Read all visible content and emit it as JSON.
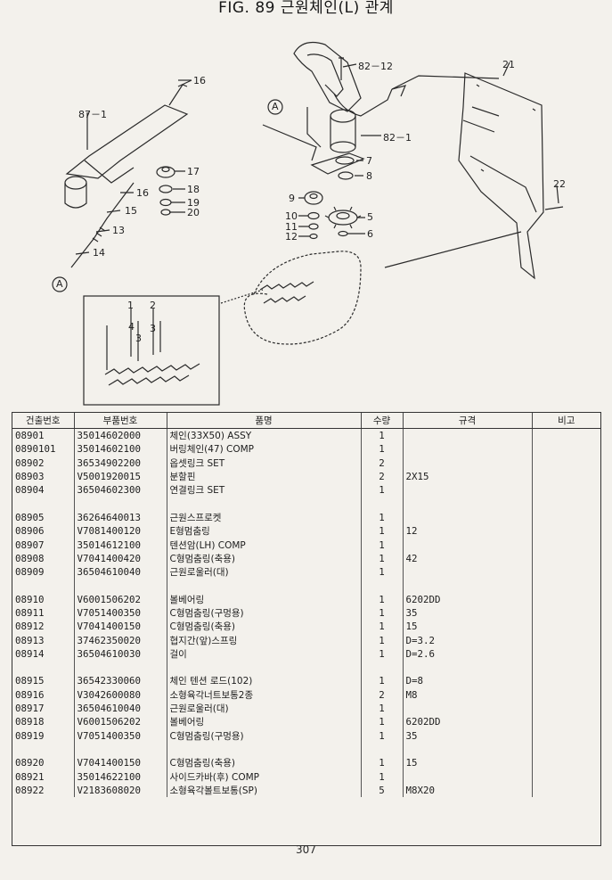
{
  "header": {
    "title": "FIG. 89 근원체인(L) 관계"
  },
  "figure": {
    "callouts": [
      {
        "id": "c16a",
        "text": "16"
      },
      {
        "id": "c87",
        "text": "87－1"
      },
      {
        "id": "c17",
        "text": "17"
      },
      {
        "id": "c16b",
        "text": "16"
      },
      {
        "id": "c18",
        "text": "18"
      },
      {
        "id": "c19",
        "text": "19"
      },
      {
        "id": "c20",
        "text": "20"
      },
      {
        "id": "c15",
        "text": "15"
      },
      {
        "id": "c13",
        "text": "13"
      },
      {
        "id": "c14",
        "text": "14"
      },
      {
        "id": "cA1",
        "text": "A"
      },
      {
        "id": "cA2",
        "text": "A"
      },
      {
        "id": "c8212",
        "text": "82－12"
      },
      {
        "id": "c821",
        "text": "82－1"
      },
      {
        "id": "c7",
        "text": "7"
      },
      {
        "id": "c8",
        "text": "8"
      },
      {
        "id": "c9",
        "text": "9"
      },
      {
        "id": "c10",
        "text": "10"
      },
      {
        "id": "c11",
        "text": "11"
      },
      {
        "id": "c12",
        "text": "12"
      },
      {
        "id": "c5",
        "text": "5"
      },
      {
        "id": "c6",
        "text": "6"
      },
      {
        "id": "c21",
        "text": "21"
      },
      {
        "id": "c22",
        "text": "22"
      },
      {
        "id": "ci1",
        "text": "1"
      },
      {
        "id": "ci2",
        "text": "2"
      },
      {
        "id": "ci4",
        "text": "4"
      },
      {
        "id": "ci3a",
        "text": "3"
      },
      {
        "id": "ci3b",
        "text": "3"
      }
    ]
  },
  "table": {
    "headers": [
      "건출번호",
      "부품번호",
      "품명",
      "수량",
      "규격",
      "비고"
    ],
    "rows": [
      {
        "no": "08901",
        "part": "35014602000",
        "name": "체인(33X50) ASSY",
        "qty": "1",
        "spec": "",
        "note": ""
      },
      {
        "no": "0890101",
        "part": "35014602100",
        "name": "버링체인(47) COMP",
        "qty": "1",
        "spec": "",
        "note": ""
      },
      {
        "no": "08902",
        "part": "36534902200",
        "name": "옵셋링크 SET",
        "qty": "2",
        "spec": "",
        "note": ""
      },
      {
        "no": "08903",
        "part": "V5001920015",
        "name": "분할핀",
        "qty": "2",
        "spec": "2X15",
        "note": ""
      },
      {
        "no": "08904",
        "part": "36504602300",
        "name": "연결링크 SET",
        "qty": "1",
        "spec": "",
        "note": ""
      },
      {
        "gap": true
      },
      {
        "no": "08905",
        "part": "36264640013",
        "name": "근원스프로켓",
        "qty": "1",
        "spec": "",
        "note": ""
      },
      {
        "no": "08906",
        "part": "V7081400120",
        "name": "E형멈춤링",
        "qty": "1",
        "spec": "12",
        "note": ""
      },
      {
        "no": "08907",
        "part": "35014612100",
        "name": "텐션암(LH) COMP",
        "qty": "1",
        "spec": "",
        "note": ""
      },
      {
        "no": "08908",
        "part": "V7041400420",
        "name": "C형멈춤링(축용)",
        "qty": "1",
        "spec": "42",
        "note": ""
      },
      {
        "no": "08909",
        "part": "36504610040",
        "name": "근원로울러(대)",
        "qty": "1",
        "spec": "",
        "note": ""
      },
      {
        "gap": true
      },
      {
        "no": "08910",
        "part": "V6001506202",
        "name": "볼베어링",
        "qty": "1",
        "spec": "6202DD",
        "note": ""
      },
      {
        "no": "08911",
        "part": "V7051400350",
        "name": "C형멈춤링(구멍용)",
        "qty": "1",
        "spec": "35",
        "note": ""
      },
      {
        "no": "08912",
        "part": "V7041400150",
        "name": "C형멈춤링(축용)",
        "qty": "1",
        "spec": "15",
        "note": ""
      },
      {
        "no": "08913",
        "part": "37462350020",
        "name": "협지간(앞)스프링",
        "qty": "1",
        "spec": "D=3.2",
        "note": ""
      },
      {
        "no": "08914",
        "part": "36504610030",
        "name": "걸이",
        "qty": "1",
        "spec": "D=2.6",
        "note": ""
      },
      {
        "gap": true
      },
      {
        "no": "08915",
        "part": "36542330060",
        "name": "체인 텐션 로드(102)",
        "qty": "1",
        "spec": "D=8",
        "note": ""
      },
      {
        "no": "08916",
        "part": "V3042600080",
        "name": "소형육각너트보통2종",
        "qty": "2",
        "spec": "M8",
        "note": ""
      },
      {
        "no": "08917",
        "part": "36504610040",
        "name": "근원로울러(대)",
        "qty": "1",
        "spec": "",
        "note": ""
      },
      {
        "no": "08918",
        "part": "V6001506202",
        "name": "볼베어링",
        "qty": "1",
        "spec": "6202DD",
        "note": ""
      },
      {
        "no": "08919",
        "part": "V7051400350",
        "name": "C형멈춤링(구멍용)",
        "qty": "1",
        "spec": "35",
        "note": ""
      },
      {
        "gap": true
      },
      {
        "no": "08920",
        "part": "V7041400150",
        "name": "C형멈춤링(축용)",
        "qty": "1",
        "spec": "15",
        "note": ""
      },
      {
        "no": "08921",
        "part": "35014622100",
        "name": "사이드카바(후) COMP",
        "qty": "1",
        "spec": "",
        "note": ""
      },
      {
        "no": "08922",
        "part": "V2183608020",
        "name": "소형육각볼트보통(SP)",
        "qty": "5",
        "spec": "M8X20",
        "note": ""
      }
    ]
  },
  "footer": {
    "page_number": "307"
  }
}
